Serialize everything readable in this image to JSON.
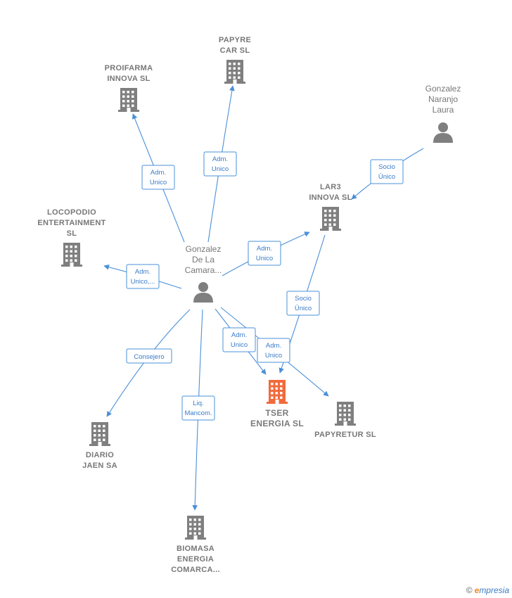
{
  "colors": {
    "edge": "#4a90d9",
    "company": "#7f7f7f",
    "main_company": "#f26a3c",
    "person": "#7f7f7f"
  },
  "nodes": [
    {
      "id": "papyre",
      "type": "company",
      "lines": [
        "PAPYRE",
        "CAR SL"
      ]
    },
    {
      "id": "proifarma",
      "type": "company",
      "lines": [
        "PROIFARMA",
        "INNOVA SL"
      ]
    },
    {
      "id": "gonzalez_naranjo",
      "type": "person",
      "lines": [
        "Gonzalez",
        "Naranjo",
        "Laura"
      ]
    },
    {
      "id": "lar3",
      "type": "company",
      "lines": [
        "LAR3",
        "INNOVA SL"
      ]
    },
    {
      "id": "locopodio",
      "type": "company",
      "lines": [
        "LOCOPODIO",
        "ENTERTAINMENT",
        "SL"
      ]
    },
    {
      "id": "gonzalez_camara",
      "type": "person",
      "lines": [
        "Gonzalez",
        "De La",
        "Camara..."
      ]
    },
    {
      "id": "tser",
      "type": "main",
      "lines": [
        "TSER",
        "ENERGIA  SL"
      ]
    },
    {
      "id": "papyretur",
      "type": "company",
      "lines": [
        "PAPYRETUR SL"
      ]
    },
    {
      "id": "diario",
      "type": "company",
      "lines": [
        "DIARIO",
        "JAEN SA"
      ]
    },
    {
      "id": "biomasa",
      "type": "company",
      "lines": [
        "BIOMASA",
        "ENERGIA",
        "COMARCA..."
      ]
    }
  ],
  "edges": [
    {
      "from": "gonzalez_camara",
      "to": "proifarma",
      "label": [
        "Adm.",
        "Unico"
      ]
    },
    {
      "from": "gonzalez_camara",
      "to": "papyre",
      "label": [
        "Adm.",
        "Unico"
      ]
    },
    {
      "from": "gonzalez_naranjo",
      "to": "lar3",
      "label": [
        "Socio",
        "Único"
      ]
    },
    {
      "from": "gonzalez_camara",
      "to": "lar3",
      "label": [
        "Adm.",
        "Unico"
      ]
    },
    {
      "from": "gonzalez_camara",
      "to": "locopodio",
      "label": [
        "Adm.",
        "Unico,..."
      ]
    },
    {
      "from": "lar3",
      "to": "tser",
      "label": [
        "Socio",
        "Único"
      ]
    },
    {
      "from": "gonzalez_camara",
      "to": "tser",
      "label": [
        "Adm.",
        "Unico"
      ]
    },
    {
      "from": "gonzalez_camara",
      "to": "papyretur",
      "label": [
        "Adm.",
        "Unico"
      ]
    },
    {
      "from": "gonzalez_camara",
      "to": "diario",
      "label": [
        "Consejero"
      ]
    },
    {
      "from": "gonzalez_camara",
      "to": "biomasa",
      "label": [
        "Liq.",
        "Mancom."
      ]
    }
  ],
  "footer": {
    "copyright": "©",
    "brand_initial": "e",
    "brand_rest": "mpresia"
  }
}
